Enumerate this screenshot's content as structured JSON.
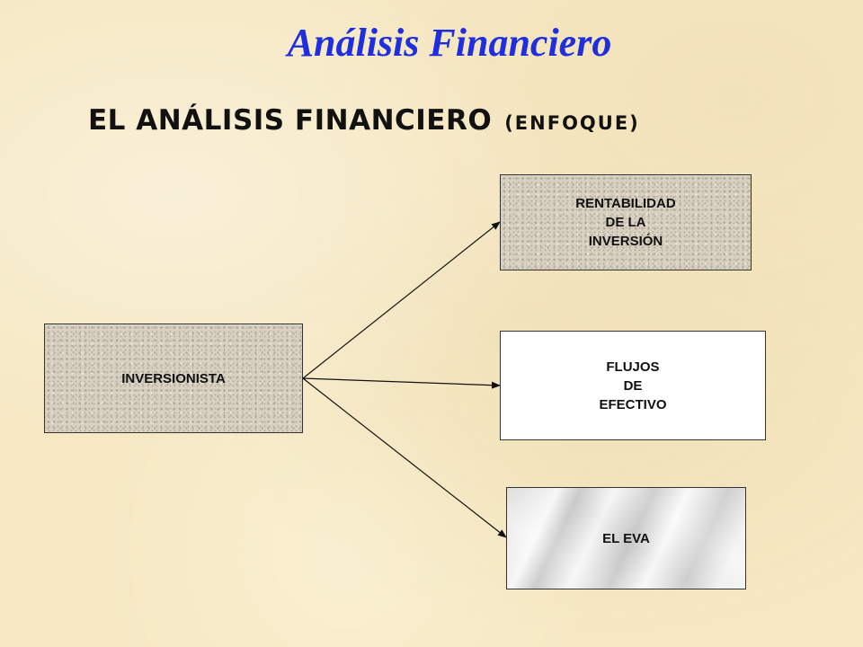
{
  "slide": {
    "title": "Análisis Financiero",
    "subtitle_main": "EL ANÁLISIS FINANCIERO",
    "subtitle_paren": "(ENFOQUE)"
  },
  "diagram": {
    "source": {
      "label": "INVERSIONISTA"
    },
    "targets": [
      {
        "label": "RENTABILIDAD\nDE LA\nINVERSIÓN"
      },
      {
        "label": "FLUJOS\nDE\nEFECTIVO"
      },
      {
        "label": "EL EVA"
      }
    ]
  },
  "colors": {
    "title": "#1f2ee0",
    "background": "#f6e8c3",
    "text": "#111111"
  }
}
